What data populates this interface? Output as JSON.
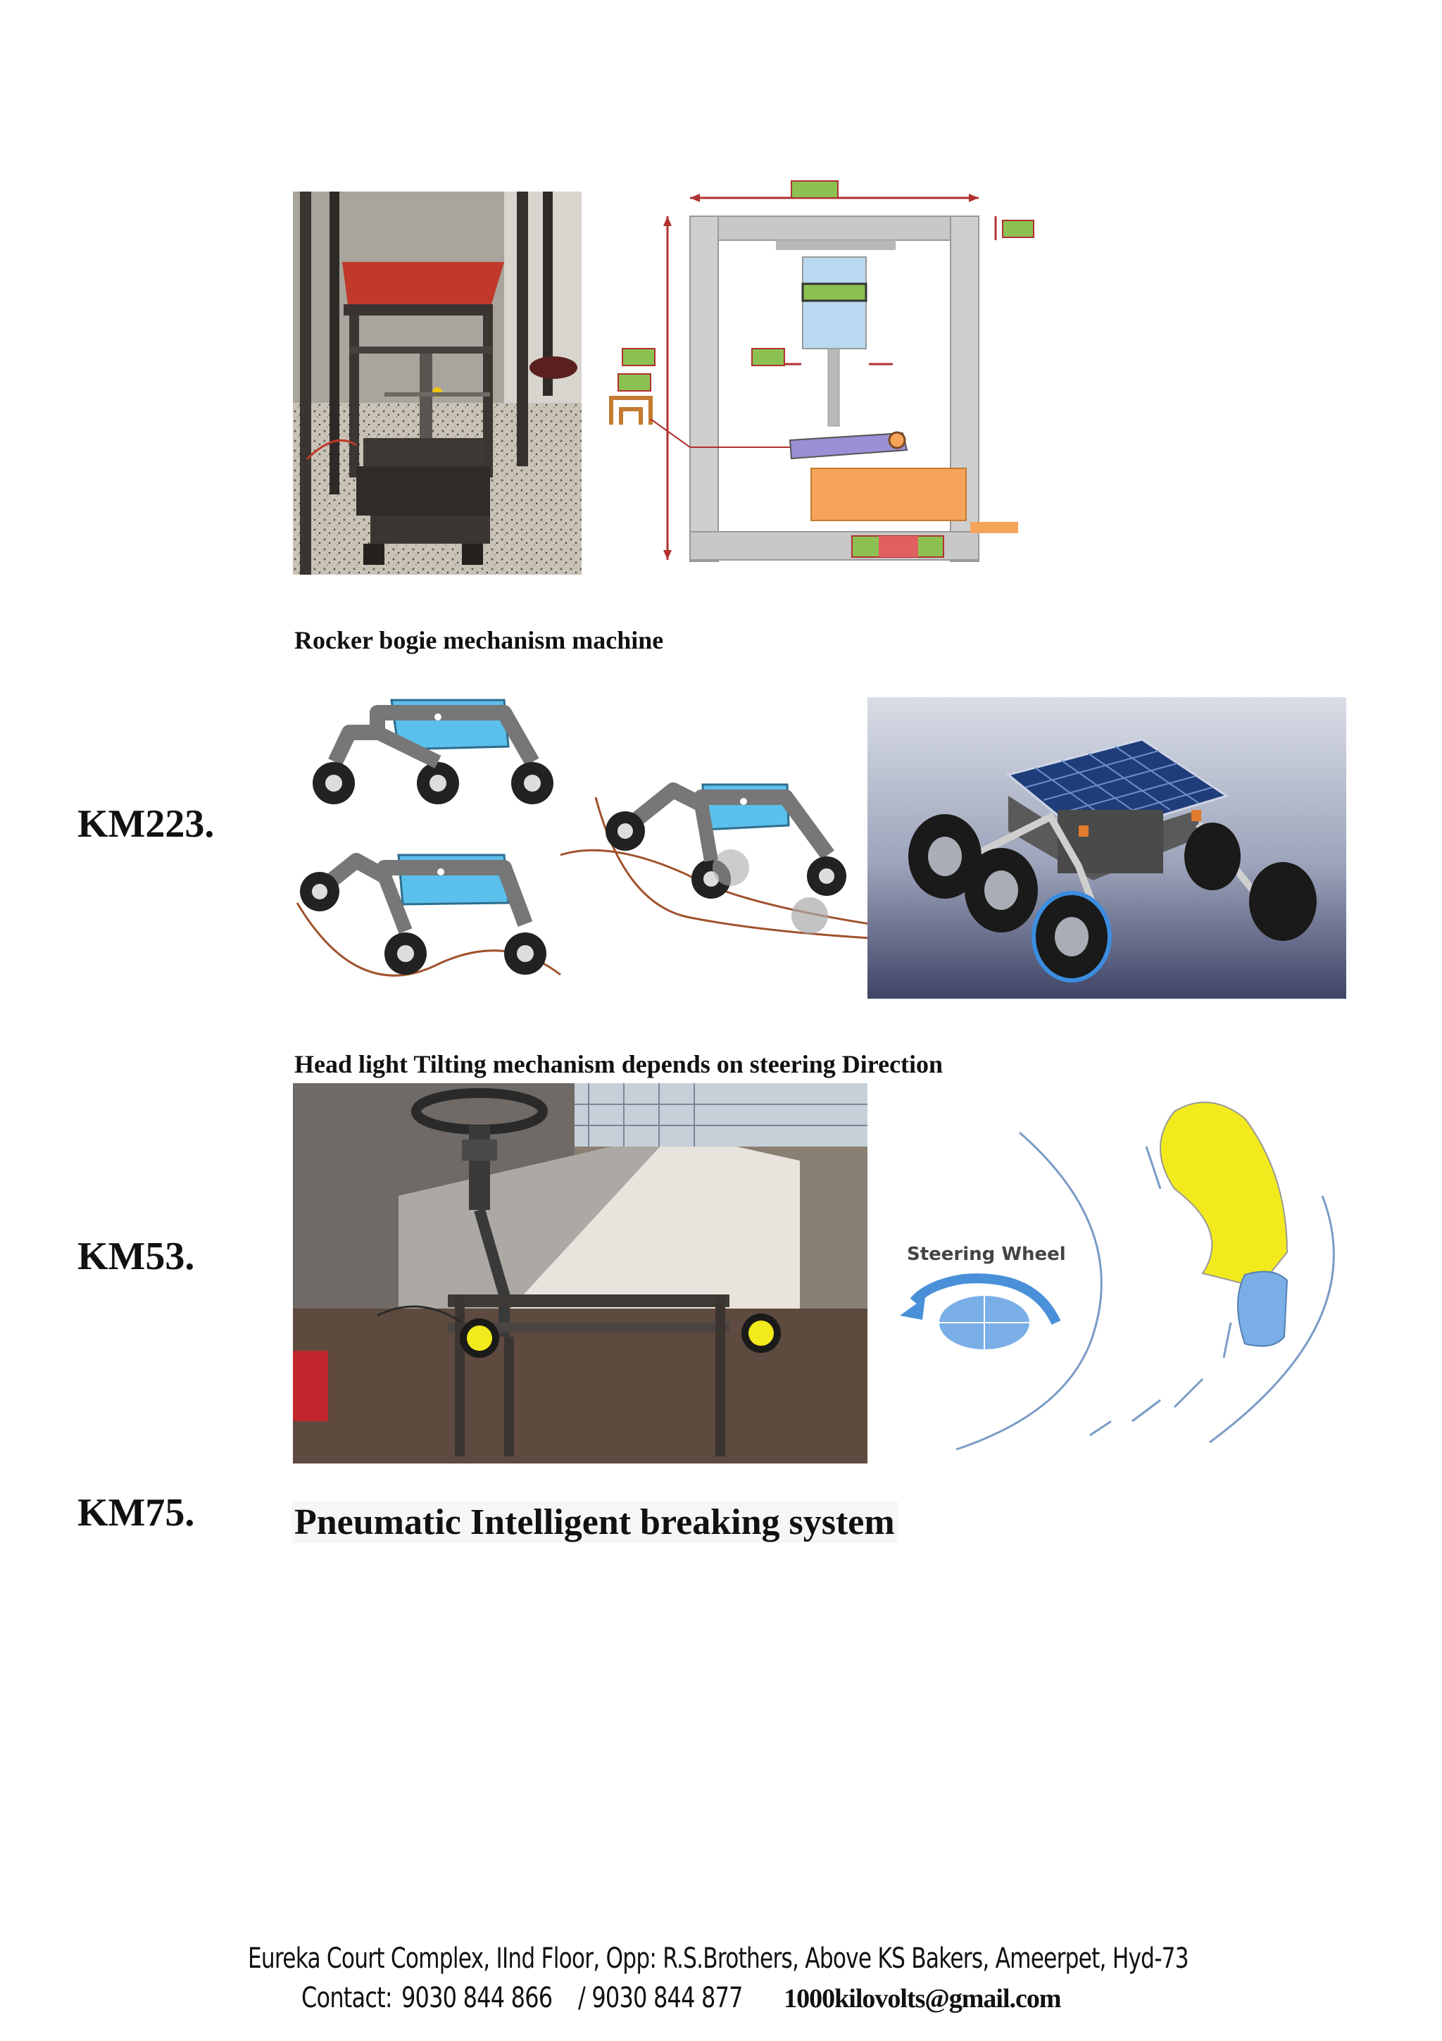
{
  "figures": {
    "km223_top_caption": "Rocker bogie mechanism machine",
    "km53_caption": "Head light Tilting mechanism depends on steering Direction",
    "steering_label": "Steering Wheel",
    "km75_title": "Pneumatic Intelligent breaking system"
  },
  "codes": {
    "km223": "KM223.",
    "km53": "KM53.",
    "km75": "KM75."
  },
  "footer": {
    "address": "Eureka Court Complex, IInd Floor, Opp: R.S.Brothers, Above KS Bakers, Ameerpet, Hyd-73",
    "contact_label": "Contact:",
    "phone1": "9030 844 866",
    "phone2": "/ 9030 844 877",
    "email": "1000kilovolts@gmail.com"
  },
  "colors": {
    "rover_body": "#5bc0eb",
    "frame_gray": "#777777",
    "press_base": "#f5a45a",
    "label_box": "#8cc152",
    "headlight": "#f2ea1c",
    "solar_panel": "#1f3d7a"
  }
}
